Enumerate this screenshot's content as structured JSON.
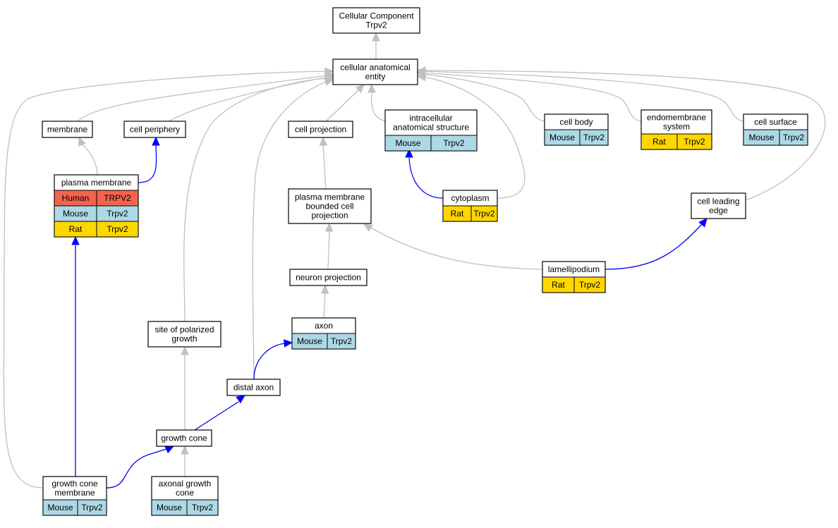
{
  "colors": {
    "is_a_edge": "#c0c0c0",
    "part_of_edge": "#0000ff",
    "Human": "#f4634e",
    "Mouse": "#add8e6",
    "Rat": "#ffd700"
  },
  "nodes": {
    "root": {
      "lines": [
        "Cellular Component",
        "Trpv2"
      ],
      "species": []
    },
    "cae": {
      "lines": [
        "cellular anatomical",
        "entity"
      ],
      "species": []
    },
    "membrane": {
      "lines": [
        "membrane"
      ],
      "species": []
    },
    "periphery": {
      "lines": [
        "cell periphery"
      ],
      "species": []
    },
    "projection": {
      "lines": [
        "cell projection"
      ],
      "species": []
    },
    "intracellular": {
      "lines": [
        "intracellular",
        "anatomical structure"
      ],
      "species": [
        {
          "org": "Mouse",
          "gene": "Trpv2"
        }
      ]
    },
    "body": {
      "lines": [
        "cell body"
      ],
      "species": [
        {
          "org": "Mouse",
          "gene": "Trpv2"
        }
      ]
    },
    "endomembrane": {
      "lines": [
        "endomembrane",
        "system"
      ],
      "species": [
        {
          "org": "Rat",
          "gene": "Trpv2"
        }
      ]
    },
    "surface": {
      "lines": [
        "cell surface"
      ],
      "species": [
        {
          "org": "Mouse",
          "gene": "Trpv2"
        }
      ]
    },
    "plasma": {
      "lines": [
        "plasma membrane"
      ],
      "species": [
        {
          "org": "Human",
          "gene": "TRPV2"
        },
        {
          "org": "Mouse",
          "gene": "Trpv2"
        },
        {
          "org": "Rat",
          "gene": "Trpv2"
        }
      ]
    },
    "pmbcp": {
      "lines": [
        "plasma membrane",
        "bounded cell",
        "projection"
      ],
      "species": []
    },
    "cytoplasm": {
      "lines": [
        "cytoplasm"
      ],
      "species": [
        {
          "org": "Rat",
          "gene": "Trpv2"
        }
      ]
    },
    "leading": {
      "lines": [
        "cell leading",
        "edge"
      ],
      "species": []
    },
    "neuronproj": {
      "lines": [
        "neuron projection"
      ],
      "species": []
    },
    "lamellipodium": {
      "lines": [
        "lamellipodium"
      ],
      "species": [
        {
          "org": "Rat",
          "gene": "Trpv2"
        }
      ]
    },
    "polarized": {
      "lines": [
        "site of polarized",
        "growth"
      ],
      "species": []
    },
    "axon": {
      "lines": [
        "axon"
      ],
      "species": [
        {
          "org": "Mouse",
          "gene": "Trpv2"
        }
      ]
    },
    "distal": {
      "lines": [
        "distal axon"
      ],
      "species": []
    },
    "growthcone": {
      "lines": [
        "growth cone"
      ],
      "species": []
    },
    "gcmembrane": {
      "lines": [
        "growth cone",
        "membrane"
      ],
      "species": [
        {
          "org": "Mouse",
          "gene": "Trpv2"
        }
      ]
    },
    "axonalgc": {
      "lines": [
        "axonal growth",
        "cone"
      ],
      "species": [
        {
          "org": "Mouse",
          "gene": "Trpv2"
        }
      ]
    }
  },
  "edges": [
    {
      "from": "cae",
      "to": "root",
      "type": "is_a"
    },
    {
      "from": "membrane",
      "to": "cae",
      "type": "is_a"
    },
    {
      "from": "periphery",
      "to": "cae",
      "type": "is_a"
    },
    {
      "from": "projection",
      "to": "cae",
      "type": "is_a"
    },
    {
      "from": "intracellular",
      "to": "cae",
      "type": "is_a"
    },
    {
      "from": "body",
      "to": "cae",
      "type": "is_a"
    },
    {
      "from": "endomembrane",
      "to": "cae",
      "type": "is_a"
    },
    {
      "from": "surface",
      "to": "cae",
      "type": "is_a"
    },
    {
      "from": "leading",
      "to": "cae",
      "type": "is_a"
    },
    {
      "from": "cytoplasm",
      "to": "cae",
      "type": "is_a"
    },
    {
      "from": "polarized",
      "to": "cae",
      "type": "is_a"
    },
    {
      "from": "distal",
      "to": "cae",
      "type": "is_a"
    },
    {
      "from": "gcmembrane",
      "to": "cae",
      "type": "is_a"
    },
    {
      "from": "plasma",
      "to": "membrane",
      "type": "is_a"
    },
    {
      "from": "plasma",
      "to": "periphery",
      "type": "part_of"
    },
    {
      "from": "pmbcp",
      "to": "projection",
      "type": "is_a"
    },
    {
      "from": "cytoplasm",
      "to": "intracellular",
      "type": "part_of"
    },
    {
      "from": "neuronproj",
      "to": "pmbcp",
      "type": "is_a"
    },
    {
      "from": "lamellipodium",
      "to": "pmbcp",
      "type": "is_a"
    },
    {
      "from": "lamellipodium",
      "to": "leading",
      "type": "part_of"
    },
    {
      "from": "axon",
      "to": "neuronproj",
      "type": "is_a"
    },
    {
      "from": "distal",
      "to": "axon",
      "type": "part_of"
    },
    {
      "from": "growthcone",
      "to": "polarized",
      "type": "is_a"
    },
    {
      "from": "growthcone",
      "to": "distal",
      "type": "part_of"
    },
    {
      "from": "axonalgc",
      "to": "growthcone",
      "type": "is_a"
    },
    {
      "from": "gcmembrane",
      "to": "growthcone",
      "type": "part_of"
    },
    {
      "from": "gcmembrane",
      "to": "plasma",
      "type": "part_of"
    }
  ]
}
